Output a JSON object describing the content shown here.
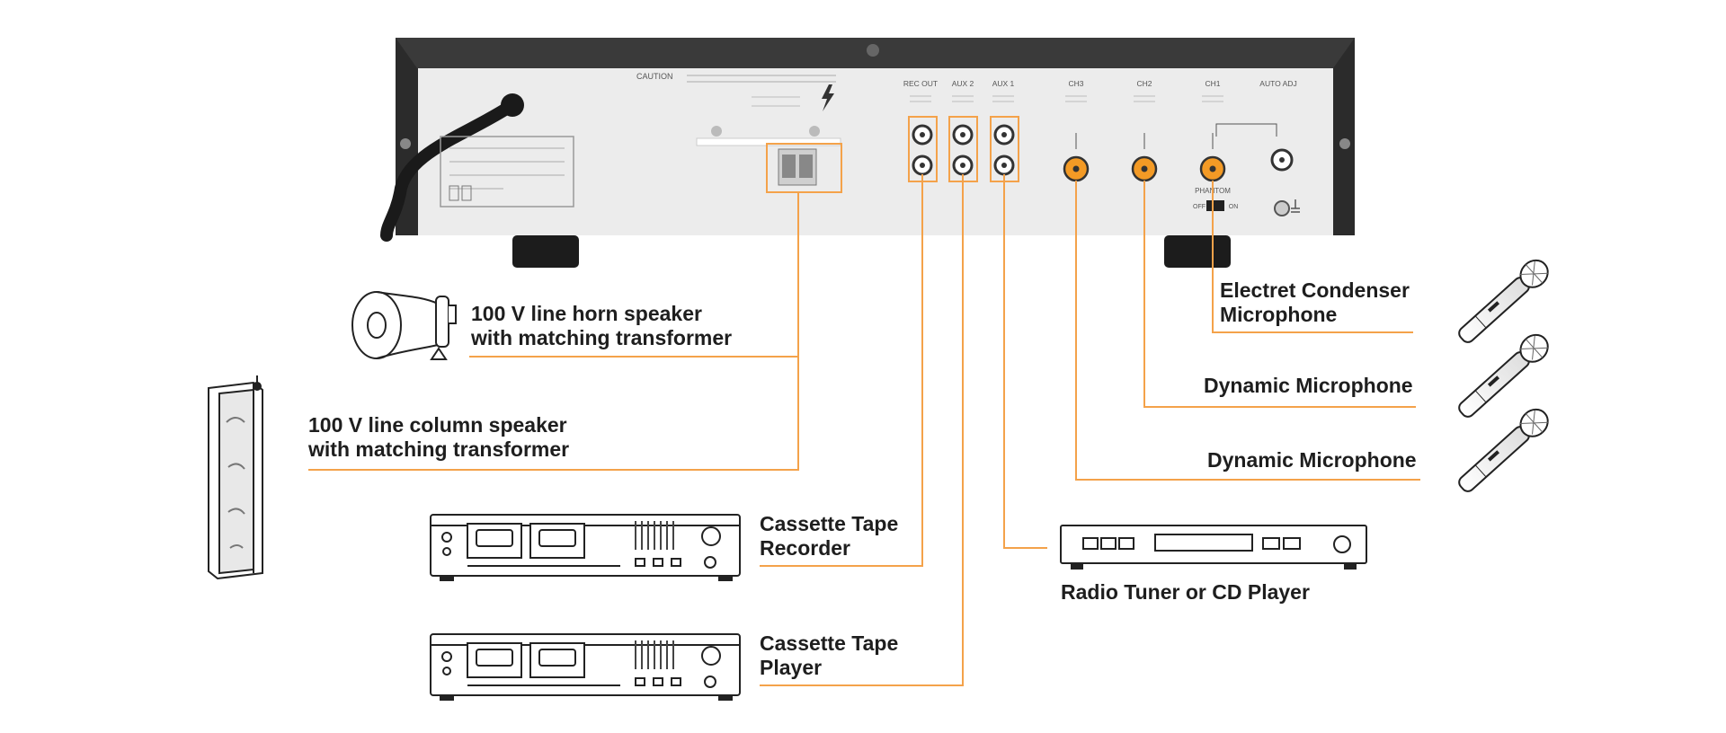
{
  "colors": {
    "wire": "#f4a24a",
    "jack": "#f39a25",
    "chassis": "#2b2b2b",
    "panel": "#ececec",
    "text": "#1e1e1e"
  },
  "amplifier": {
    "caution": "CAUTION",
    "jacks": [
      "REC OUT",
      "AUX 2",
      "AUX 1",
      "CH3",
      "CH2",
      "CH1",
      "AUTO ADJ"
    ],
    "phantom": "PHANTOM",
    "off": "OFF",
    "on": "ON"
  },
  "labels": {
    "horn": "100 V line horn speaker\nwith matching transformer",
    "column": "100 V line column speaker\nwith matching transformer",
    "cassette_recorder": "Cassette Tape\nRecorder",
    "cassette_player": "Cassette Tape\nPlayer",
    "radio": "Radio Tuner or CD Player",
    "electret": "Electret Condenser\nMicrophone",
    "dynamic1": "Dynamic Microphone",
    "dynamic2": "Dynamic Microphone"
  }
}
